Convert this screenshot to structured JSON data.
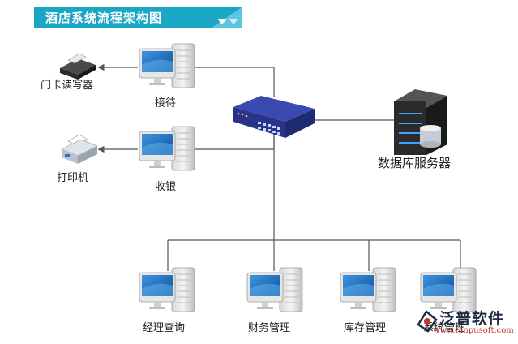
{
  "title": "酒店系统流程架构图",
  "colors": {
    "banner": "#1aa7c6",
    "line": "#555555",
    "switch": "#2f3d9c",
    "server": "#2b2b2b",
    "screen": "#1e73c8"
  },
  "nodes": {
    "card_reader": "门卡读写器",
    "reception": "接待",
    "printer": "打印机",
    "cashier": "收银",
    "db_server": "数据库服务器",
    "manager_query": "经理查询",
    "finance": "财务管理",
    "inventory": "库存管理",
    "system_mgmt": "系统管理"
  },
  "watermark": {
    "name": "泛普软件",
    "url": "www.fanpusoft.com"
  }
}
